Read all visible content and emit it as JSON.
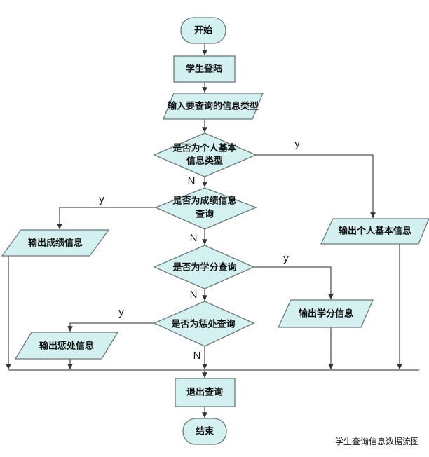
{
  "nodes": {
    "start": "开始",
    "login": "学生登陆",
    "input": "输入要查询的信息类型",
    "d1_line1": "是否为个人基本",
    "d1_line2": "信息类型",
    "d2_line1": "是否为成绩信息",
    "d2_line2": "查询",
    "d3": "是否为学分查询",
    "d4": "是否为惩处查询",
    "out_personal": "输出个人基本信息",
    "out_grades": "输出成绩信息",
    "out_credits": "输出学分信息",
    "out_penalty": "输出惩处信息",
    "exit": "退出查询",
    "end": "结束"
  },
  "labels": {
    "yes": "y",
    "no": "N"
  },
  "caption": "学生查询信息数据流图",
  "colors": {
    "fill": "#d4f1f1",
    "stroke": "#6a7a7a"
  }
}
